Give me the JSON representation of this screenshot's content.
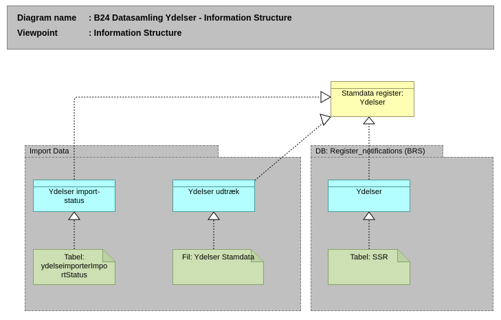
{
  "header": {
    "line1_key": "Diagram name",
    "line1_sep": ": ",
    "line1_value": "B24 Datasamling Ydelser - Information Structure",
    "line2_key": "Viewpoint",
    "line2_sep": ": ",
    "line2_value": "Information Structure",
    "background": "#c0c0c0",
    "border": "#808080"
  },
  "colors": {
    "group_fill": "#c0c0c0",
    "group_border": "#7a7a7a",
    "node_fill": "#b3ffff",
    "node_border": "#4d9999",
    "note_fill": "#cce0b3",
    "note_border": "#86a268",
    "register_fill": "#ffffb3",
    "register_border": "#999966",
    "connector": "#000000"
  },
  "register": {
    "label_line1": "Stamdata register:",
    "label_line2": "Ydelser",
    "full_label": "Stamdata register: Ydelser"
  },
  "groups": [
    {
      "id": "import-data",
      "title": "Import Data",
      "nodes": [
        {
          "id": "ydelser-import-status",
          "label_line1": "Ydelser import-",
          "label_line2": "status",
          "full_label": "Ydelser import-status"
        },
        {
          "id": "ydelser-udtraek",
          "label_line1": "Ydelser udtræk",
          "label_line2": "",
          "full_label": "Ydelser udtræk"
        }
      ],
      "notes": [
        {
          "id": "tabel-ydelseimporterimportstatus",
          "label_line1": "Tabel:",
          "label_line2": "ydelseimporterImpo",
          "label_line3": "rtStatus",
          "full_label": "Tabel: ydelseimporterImportStatus"
        },
        {
          "id": "fil-ydelser-stamdata",
          "label_line1": "Fil: Ydelser Stamdata",
          "label_line2": "",
          "label_line3": "",
          "full_label": "Fil: Ydelser Stamdata"
        }
      ]
    },
    {
      "id": "db-register-notifications",
      "title": "DB: Register_notifications (BRS)",
      "nodes": [
        {
          "id": "ydelser",
          "label_line1": "Ydelser",
          "label_line2": "",
          "full_label": "Ydelser"
        }
      ],
      "notes": [
        {
          "id": "tabel-ssr",
          "label_line1": "Tabel: SSR",
          "label_line2": "",
          "label_line3": "",
          "full_label": "Tabel: SSR"
        }
      ]
    }
  ],
  "connectors": [
    {
      "id": "import-status-to-register",
      "from": "ydelser-import-status",
      "to": "register",
      "style": "dashed",
      "arrow": "hollow-triangle",
      "kind": "realization"
    },
    {
      "id": "udtraek-to-register",
      "from": "ydelser-udtraek",
      "to": "register",
      "style": "dashed",
      "arrow": "hollow-triangle",
      "kind": "realization"
    },
    {
      "id": "ydelser-to-register",
      "from": "ydelser",
      "to": "register",
      "style": "dashed",
      "arrow": "hollow-triangle",
      "kind": "realization"
    },
    {
      "id": "tabel-importstatus-to-import-status",
      "from": "tabel-ydelseimporterimportstatus",
      "to": "ydelser-import-status",
      "style": "dashed",
      "arrow": "hollow-triangle",
      "kind": "realization"
    },
    {
      "id": "fil-stamdata-to-udtraek",
      "from": "fil-ydelser-stamdata",
      "to": "ydelser-udtraek",
      "style": "dashed",
      "arrow": "hollow-triangle",
      "kind": "realization"
    },
    {
      "id": "tabel-ssr-to-ydelser",
      "from": "tabel-ssr",
      "to": "ydelser",
      "style": "dashed",
      "arrow": "hollow-triangle",
      "kind": "realization"
    }
  ]
}
